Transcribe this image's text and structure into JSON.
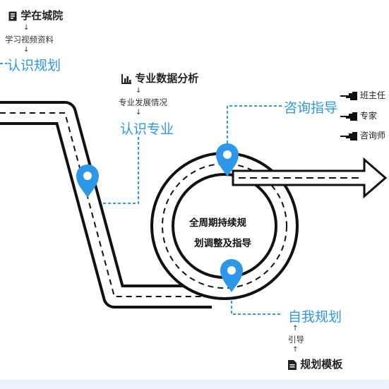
{
  "top_left": {
    "title": "学在城院",
    "arrow1": "↓",
    "sub": "学习视频资料",
    "arrow2": "↓",
    "stage": "认识规划"
  },
  "middle": {
    "title": "专业数据分析",
    "arrow1": "↓",
    "sub": "专业发展情况",
    "arrow2": "↓",
    "stage": "认识专业"
  },
  "consult": {
    "stage": "咨询指导",
    "items": [
      "班主任",
      "专家",
      "咨询师"
    ]
  },
  "circle": {
    "line1": "全周期持续规",
    "line2": "划调整及指导"
  },
  "bottom": {
    "stage": "自我规划",
    "arrow1": "↑",
    "sub": "引导",
    "arrow2": "↑",
    "title": "规划模板"
  },
  "colors": {
    "accent": "#2d97e8",
    "road": "#111111"
  },
  "icons": [
    "document-icon",
    "bar-chart-icon",
    "pointing-hand-icon",
    "location-pin-icon",
    "file-icon"
  ]
}
